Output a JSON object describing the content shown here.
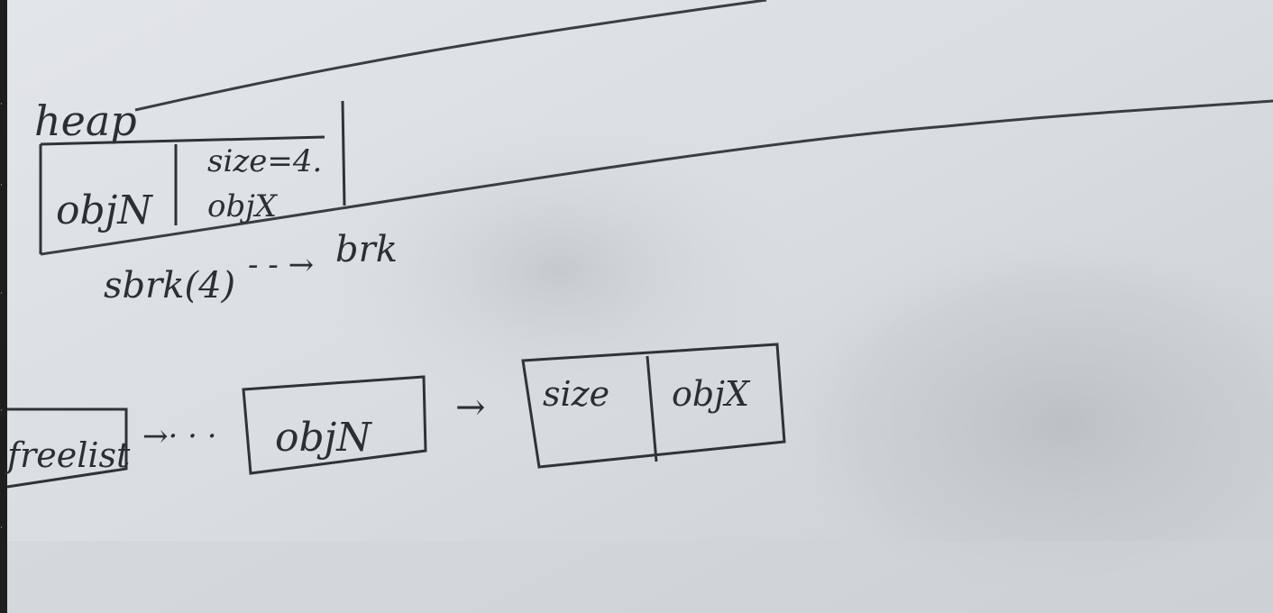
{
  "heap": {
    "label": "heap",
    "cell_left": "objN",
    "cell_right_line1": "size=4.",
    "cell_right_line2": "objX",
    "call": "sbrk(4)",
    "arrow": "- - →",
    "target": "brk"
  },
  "freelist": {
    "head": "freelist",
    "arrow": "→· · ·",
    "node1": "objN",
    "arrow2": "→",
    "node2_left": "size",
    "node2_right": "objX"
  },
  "colors": {
    "paper_light": "#dfe3e5",
    "paper_shadow": "#b9bec2",
    "ink": "#2b2f33",
    "frame": "#1e1e1e"
  }
}
